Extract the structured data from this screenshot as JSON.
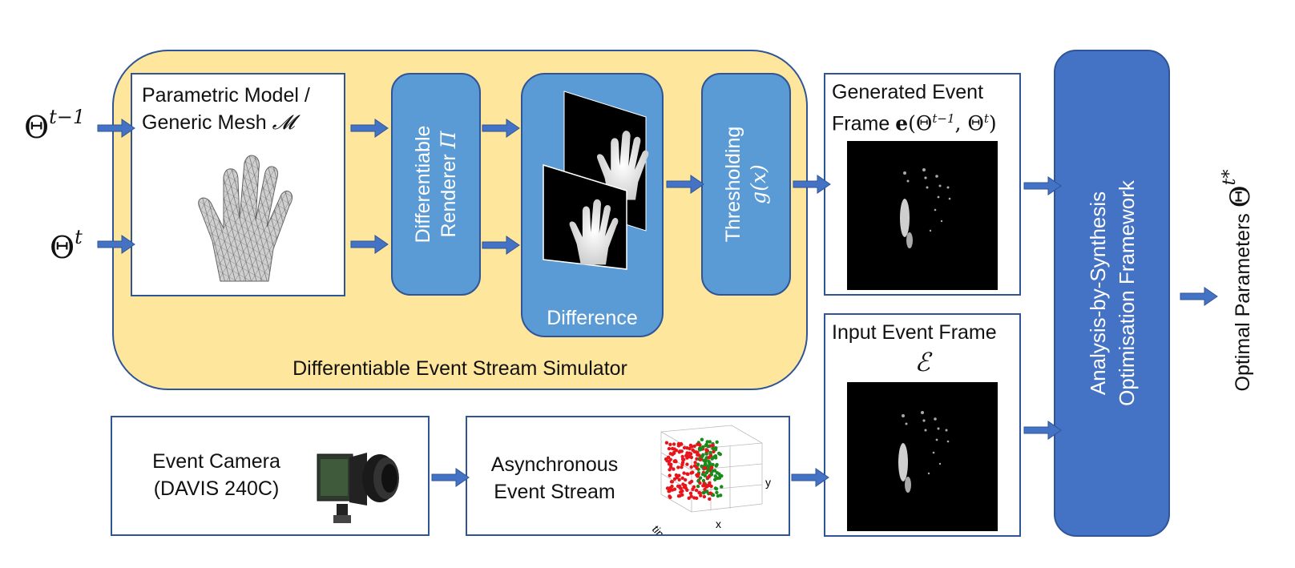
{
  "inputs": {
    "theta_prev_base": "Θ",
    "theta_prev_sup": "t−1",
    "theta_curr_base": "Θ",
    "theta_curr_sup": "t"
  },
  "simulator": {
    "label": "Differentiable Event Stream Simulator",
    "model_title_line1": "Parametric Model /",
    "model_title_line2": "Generic Mesh",
    "model_symbol": "𝓜",
    "renderer_line1": "Differentiable",
    "renderer_line2": "Renderer",
    "renderer_symbol": "Π",
    "difference_label": "Difference",
    "threshold_line1": "Thresholding",
    "threshold_symbol": "g(x)"
  },
  "generated_frame": {
    "title_line1": "Generated Event",
    "title_line2_prefix": "Frame",
    "formula_bold": "e",
    "formula_rest": "(Θ",
    "formula_sup1": "t−1",
    "formula_mid": ", Θ",
    "formula_sup2": "t",
    "formula_end": ")"
  },
  "input_frame": {
    "title": "Input Event Frame",
    "symbol": "ℰ"
  },
  "camera": {
    "line1": "Event Camera",
    "line2": "(DAVIS 240C)"
  },
  "stream": {
    "line1": "Asynchronous",
    "line2": "Event Stream",
    "axis_time": "time",
    "axis_x": "x",
    "axis_y": "y"
  },
  "optimisation": {
    "line1": "Analysis-by-Synthesis",
    "line2": "Optimisation Framework"
  },
  "output": {
    "label": "Optimal Parameters",
    "theta_base": "Θ",
    "theta_sup": "t*"
  },
  "colors": {
    "simulator_fill": "#fee69c",
    "box_blue": "#5b9bd5",
    "opt_blue": "#4472c4",
    "border_blue": "#2f5597",
    "arrow_blue": "#4472c4",
    "event_red": "#e8141b",
    "event_green": "#1a8a1a"
  }
}
